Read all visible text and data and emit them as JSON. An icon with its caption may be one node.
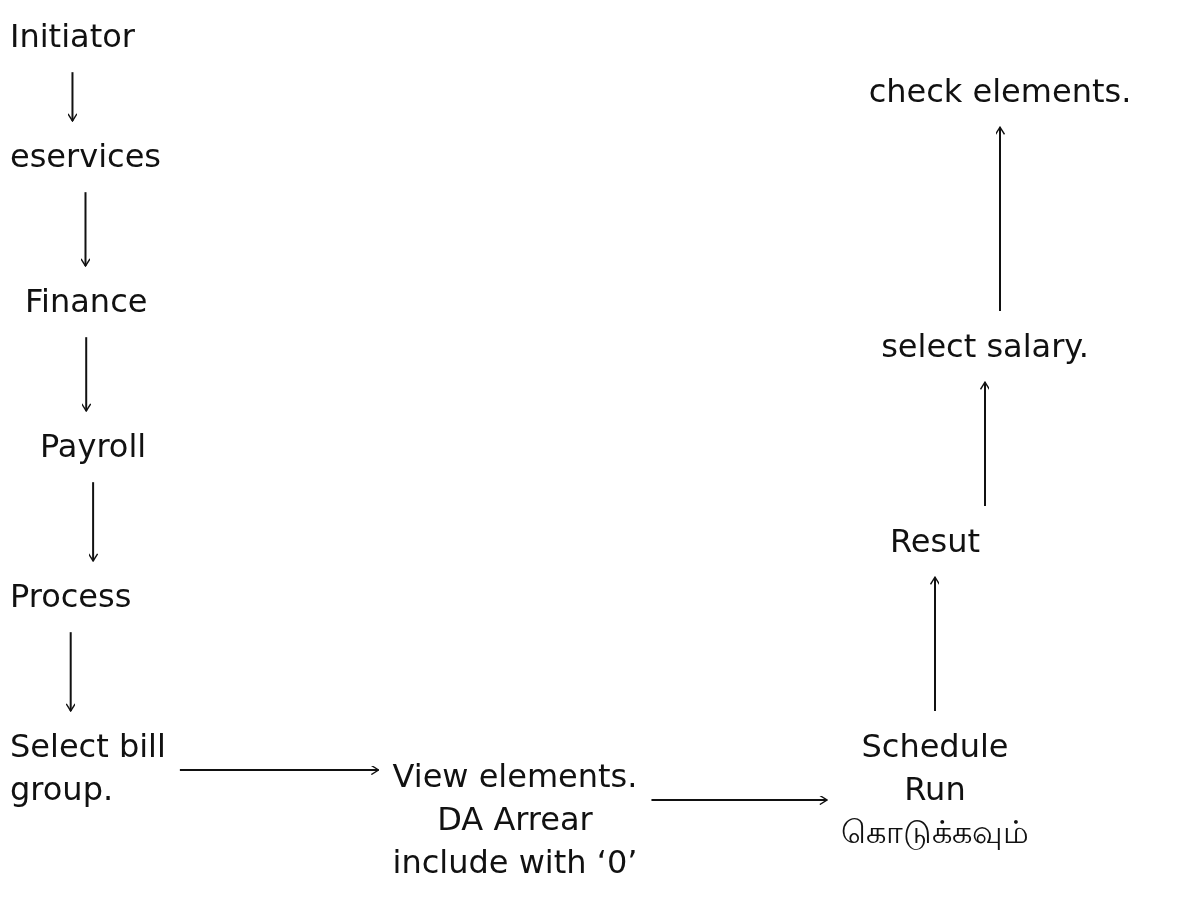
{
  "diagram": {
    "nodes": [
      {
        "text": [
          "Initiator"
        ]
      },
      {
        "text": [
          "eservices"
        ]
      },
      {
        "text": [
          "Finance"
        ]
      },
      {
        "text": [
          "Payroll"
        ]
      },
      {
        "text": [
          "Process"
        ]
      },
      {
        "text": [
          "Select bill group."
        ]
      },
      {
        "text": [
          "View elements.",
          "DA Arrear include with ‘0’"
        ]
      },
      {
        "text": [
          "Schedule Run",
          "கொடுக்கவும்"
        ]
      },
      {
        "text": [
          "Resut"
        ]
      },
      {
        "text": [
          "select salary."
        ]
      },
      {
        "text": [
          "check elements."
        ]
      }
    ],
    "edges": [
      {
        "from": 0,
        "to": 1,
        "arrow": "to"
      },
      {
        "from": 1,
        "to": 2,
        "arrow": "to"
      },
      {
        "from": 2,
        "to": 3,
        "arrow": "to"
      },
      {
        "from": 3,
        "to": 4,
        "arrow": "to"
      },
      {
        "from": 4,
        "to": 5,
        "arrow": "to"
      },
      {
        "from": 5,
        "to": 6,
        "arrow": "to"
      },
      {
        "from": 6,
        "to": 7,
        "arrow": "to"
      },
      {
        "from": 7,
        "to": 8,
        "arrow": "to"
      },
      {
        "from": 8,
        "to": 9,
        "arrow": "to"
      },
      {
        "from": 9,
        "to": 10,
        "arrow": "to"
      }
    ]
  }
}
